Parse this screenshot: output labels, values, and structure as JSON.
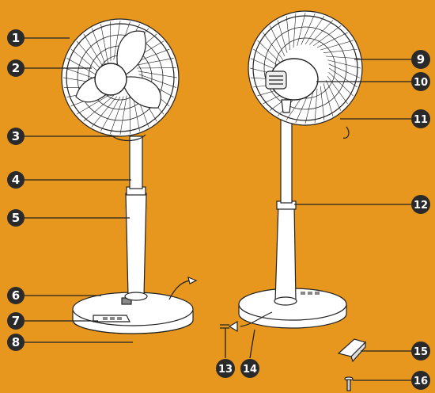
{
  "diagram": {
    "background": "#E8971E",
    "badge_color": "#2a2a2a",
    "callouts": [
      {
        "id": "1",
        "label": "1"
      },
      {
        "id": "2",
        "label": "2"
      },
      {
        "id": "3",
        "label": "3"
      },
      {
        "id": "4",
        "label": "4"
      },
      {
        "id": "5",
        "label": "5"
      },
      {
        "id": "6",
        "label": "6"
      },
      {
        "id": "7",
        "label": "7"
      },
      {
        "id": "8",
        "label": "8"
      },
      {
        "id": "9",
        "label": "9"
      },
      {
        "id": "10",
        "label": "10"
      },
      {
        "id": "11",
        "label": "11"
      },
      {
        "id": "12",
        "label": "12"
      },
      {
        "id": "13",
        "label": "13"
      },
      {
        "id": "14",
        "label": "14"
      },
      {
        "id": "15",
        "label": "15"
      },
      {
        "id": "16",
        "label": "16"
      }
    ],
    "illustrations": [
      {
        "name": "fan-front-view-icon"
      },
      {
        "name": "fan-rear-view-icon"
      },
      {
        "name": "clamp-part-icon"
      },
      {
        "name": "screw-part-icon"
      }
    ]
  }
}
